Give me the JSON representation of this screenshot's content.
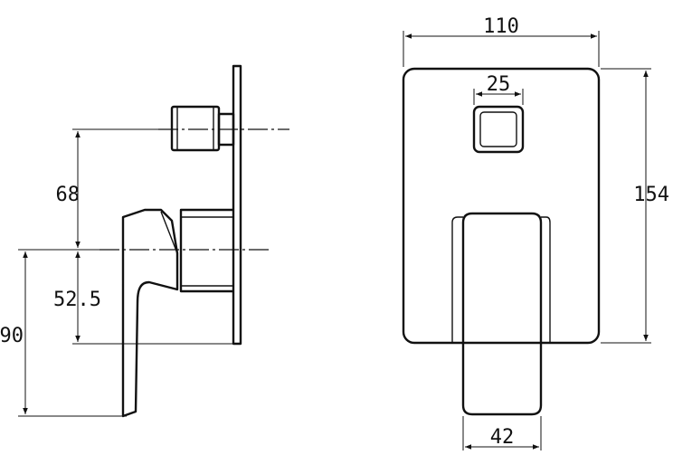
{
  "side_view": {
    "dim_68": "68",
    "dim_52_5": "52.5",
    "dim_90": "90"
  },
  "front_view": {
    "dim_110": "110",
    "dim_25": "25",
    "dim_154": "154",
    "dim_42": "42"
  }
}
